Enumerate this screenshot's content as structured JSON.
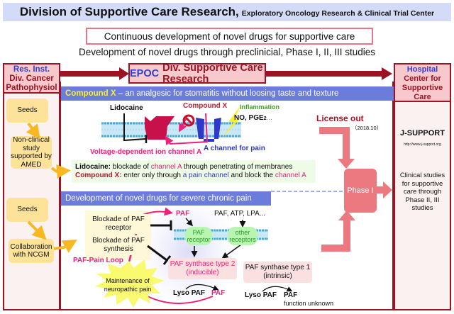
{
  "title": {
    "main": "Division of Supportive Care Research,",
    "sub": "Exploratory Oncology Research & Clinical Trial Center"
  },
  "continuous": "Continuous development of novel drugs for supportive care",
  "subtitle": "Development of novel drugs through preclinicial, Phase I, II, III studies",
  "left": {
    "head1": "Res. Inst.",
    "head2": "Div. Cancer Pathophysiol",
    "seeds1": "Seeds",
    "nonclinical": "Non-clinical study supported by AMED",
    "seeds2": "Seeds",
    "collab": "Collaboration with NCGM"
  },
  "epoc": {
    "a": "EPOC",
    "b": "Div. Supportive Care Research"
  },
  "right": {
    "head1": "Hospital",
    "head2": "Center for Supportive Care",
    "jsupport": "J-SUPPORT",
    "url": "http://www.j-support.org",
    "clinical": "Clinical studies for supportive care through Phase II, III studies"
  },
  "compound": {
    "bar_name": "Compound X",
    "bar_rest": "– an analgesic for stomatitis without loosing taste and texture",
    "lidocaine": "Lidocaine",
    "compoundx": "Compound X",
    "inflammation": "Inflammation",
    "no_pge": "NO, PGE",
    "no_pge_sub": "2",
    "dots": "...",
    "vd_channel": "Voltage-dependent ion channel A",
    "pain_channel": "A channel for pain",
    "note1_a": "Lidocaine:",
    "note1_b": " blockade of ",
    "note1_c": "channel A",
    "note1_d": " through penetrating of membranes",
    "note2_a": "Compound X:",
    "note2_b": " enter only through ",
    "note2_c": "a pain channel",
    "note2_d": " and block the ",
    "note2_e": "channel A"
  },
  "license": {
    "label": "License out",
    "date": "（2018.10）"
  },
  "phase1": "Phase I",
  "chronic": {
    "bar": "Development of novel drugs for severe chronic pain",
    "block_receptor": "Blockade of PAF receptor",
    "block_synthesis": "Blockade of PAF synthesis",
    "paf_top": "PAF",
    "others_top": "PAF, ATP, LPA...",
    "paf_receptor": "PAF receptor",
    "other_receptors": "other receptors",
    "loop": "PAF-Pain Loop",
    "maintenance": "Maintenance of neuropathic pain",
    "synthase2": "PAF synthase type 2 (inducible)",
    "synthase1": "PAF synthase type 1 (intrinsic)",
    "lyso1": "Lyso PAF",
    "paf1": "PAF",
    "lyso2": "Lyso PAF",
    "paf2": "PAF",
    "unknown": "function unknown"
  },
  "colors": {
    "dark_red": "#9c1424",
    "pink": "#f7c9cd",
    "blue_bar": "#6b7cdb",
    "phase": "#e87078",
    "seed": "#fde39a",
    "magenta": "#f0207a"
  }
}
